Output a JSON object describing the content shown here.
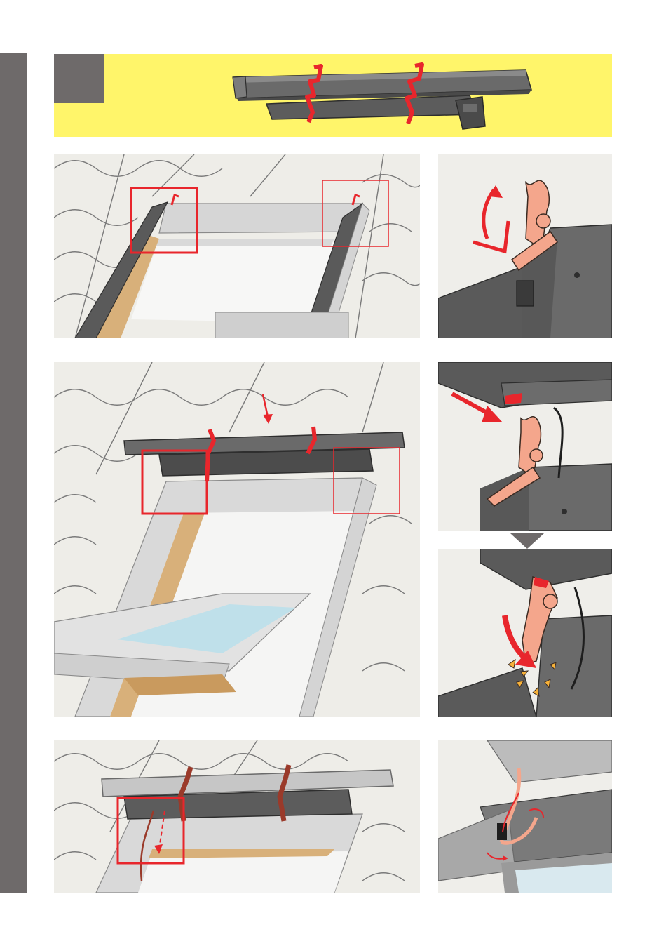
{
  "page": {
    "step_number": "",
    "colors": {
      "sidebar": "#6e6a6a",
      "header_band": "#fff56a",
      "highlight": "#e8262c",
      "panel_bg": "#efeeea",
      "roof_bg": "#eeede8"
    }
  },
  "panels": [
    {
      "id": "header-product",
      "icon": "shutter-with-straps"
    },
    {
      "id": "roof-window-brackets",
      "icon": "roof-window"
    },
    {
      "id": "bracket-detail-open",
      "icon": "bracket-hook"
    },
    {
      "id": "roof-window-mounting",
      "icon": "roof-window-shutter"
    },
    {
      "id": "bracket-insert",
      "icon": "bracket-slide"
    },
    {
      "id": "bracket-click",
      "icon": "bracket-lock"
    },
    {
      "id": "roof-window-cable",
      "icon": "roof-window-cable"
    },
    {
      "id": "cable-routing-detail",
      "icon": "cable-connector"
    }
  ]
}
